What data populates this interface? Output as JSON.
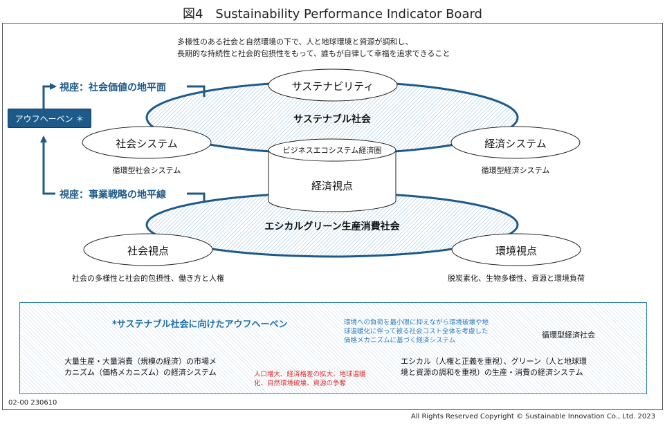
{
  "title": "図4　Sustainability Performance Indicator Board",
  "intro": {
    "line1": "多様性のある社会と自然環境の下で、人と地球環境と資源が調和し、",
    "line2": "長期的な持続性と社会的包摂性をもって、誰もが自律して幸福を追求できること"
  },
  "viewpoints": {
    "upper": "視座：社会価値の地平面",
    "lower": "視座：事業戦略の地平線"
  },
  "aufheben_button": "アウフヘーベン ＊",
  "upper_ellipse": {
    "label": "サステナブル社会",
    "top_node": "サステナビリティ",
    "left_node": "社会システム",
    "left_sub": "循環型社会システム",
    "right_node": "経済システム",
    "right_sub": "循環型経済システム"
  },
  "cylinder": {
    "top": "ビジネスエコシステム経済圏",
    "body": "経済視点"
  },
  "lower_ellipse": {
    "label": "エシカルグリーン生産消費社会",
    "left_node": "社会視点",
    "left_sub": "社会の多様性と社会的包摂性、働き方と人権",
    "right_node": "環境視点",
    "right_sub": "脱炭素化、生物多様性、資源と環境負荷"
  },
  "bottom_box": {
    "title": "*サステナブル社会に向けたアウフヘーベン",
    "left_text_line1": "大量生産・大量消費（規模の経済）の市場メ",
    "left_text_line2": "カニズム（価格メカニズム）の経済システム",
    "blue_note_line1": "環境への負荷を最小限に抑えながら環境破壊や地",
    "blue_note_line2": "球温暖化に伴って被る社会コスト全体を考慮した",
    "blue_note_line3": "価格メカニズムに基づく経済システム",
    "target_upper": "循環型経済社会",
    "target_lower_line1": "エシカル（人権と正義を重視）、グリーン（人と地球環",
    "target_lower_line2": "境と資源の調和を重視）の生産・消費の経済システム",
    "red_note_line1": "人口増大、経済格差の拡大、地球温暖",
    "red_note_line2": "化、自然環境破壊、資源の争奪"
  },
  "doc_code": "02-00 230610",
  "copyright": "All Rights Reserved Copyright © Sustainable Innovation Co., Ltd. 2023",
  "colors": {
    "accent": "#1d5a8a",
    "ellipse_border": "#1d5a8a",
    "box_border": "#2a7cab",
    "blue_text": "#2f7fc0",
    "red_text": "#d83030"
  }
}
